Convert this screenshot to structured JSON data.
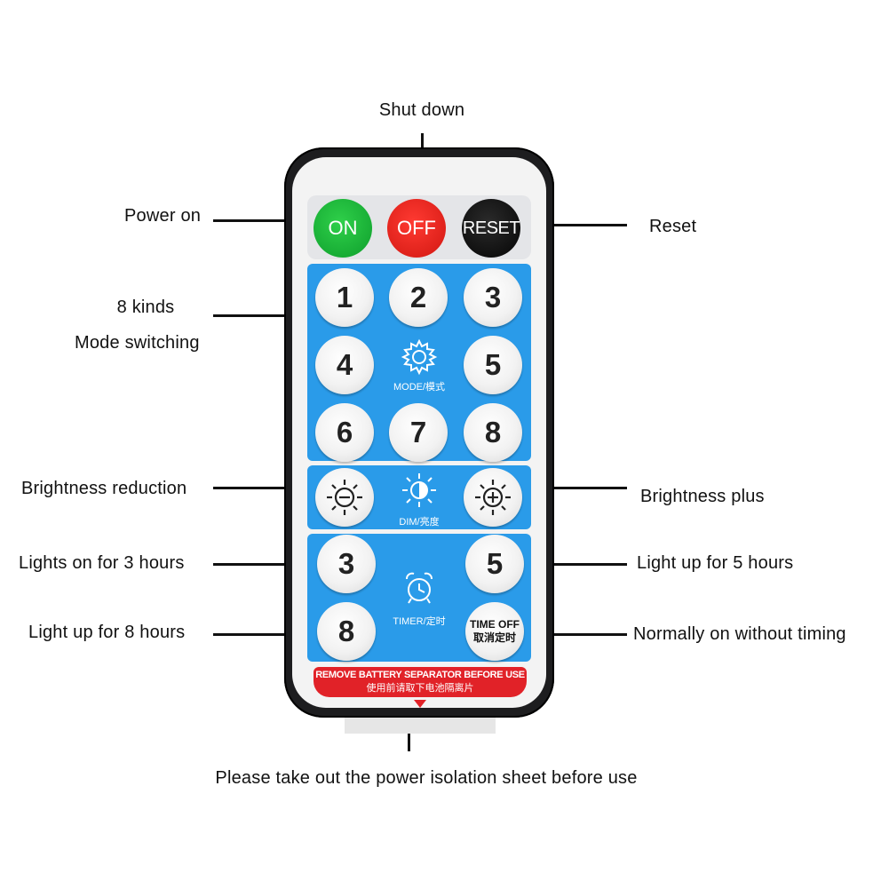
{
  "labels": {
    "shut_down": "Shut down",
    "power_on": "Power on",
    "reset": "Reset",
    "kinds": "8 kinds",
    "mode_switching": "Mode switching",
    "brightness_reduction": "Brightness reduction",
    "brightness_plus": "Brightness plus",
    "lights_on_3": "Lights on for 3 hours",
    "light_up_5": "Light up for 5 hours",
    "light_up_8": "Light up for 8 hours",
    "normally_on": "Normally on without timing",
    "isolation_sheet": "Please take out the power isolation sheet before use"
  },
  "remote": {
    "on_label": "ON",
    "off_label": "OFF",
    "reset_label": "RESET",
    "mode_buttons": [
      "1",
      "2",
      "3",
      "4",
      "5",
      "6",
      "7",
      "8"
    ],
    "mode_label": "MODE/模式",
    "dim_label": "DIM/亮度",
    "timer_buttons": [
      "3",
      "5",
      "8"
    ],
    "timer_label": "TIMER/定时",
    "time_off_en": "TIME OFF",
    "time_off_zh": "取消定时",
    "warning_en": "REMOVE BATTERY SEPARATOR BEFORE USE",
    "warning_zh": "使用前请取下电池隔离片"
  },
  "colors": {
    "on": "#18b436",
    "off": "#e8211a",
    "reset": "#111111",
    "panel_blue": "#2a9be9",
    "warning_red": "#e12228"
  },
  "icons": [
    "gear-icon",
    "sun-minus-icon",
    "half-sun-icon",
    "sun-plus-icon",
    "alarm-clock-icon",
    "down-arrow-icon"
  ]
}
